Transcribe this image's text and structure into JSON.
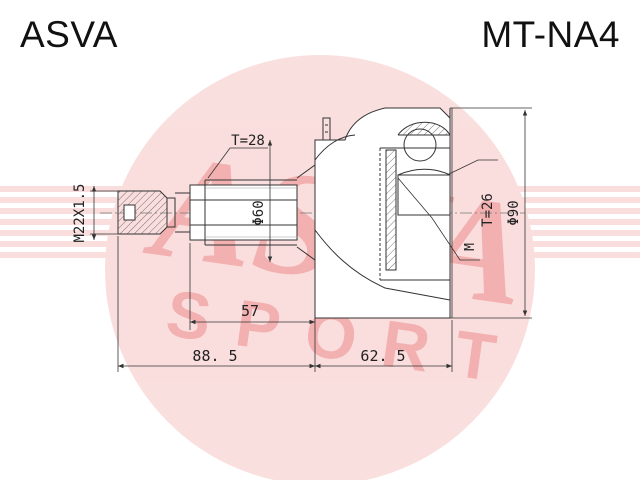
{
  "header": {
    "brand": "ASVA",
    "part_number": "MT-NA4"
  },
  "watermark": {
    "logo_text": "ASVA",
    "sport_text": "SPORT",
    "color": "#e23b3b"
  },
  "dimensions": {
    "thread": "M22X1.5",
    "spline_teeth_shaft": "T=28",
    "shaft_diameter": "Φ60",
    "spline_teeth_housing": "T=26",
    "outer_diameter": "Φ90",
    "abs_marker": "M",
    "length_57": "57",
    "length_88_5": "88. 5",
    "length_62_5": "62. 5"
  },
  "colors": {
    "line": "#333333",
    "text": "#111111"
  }
}
